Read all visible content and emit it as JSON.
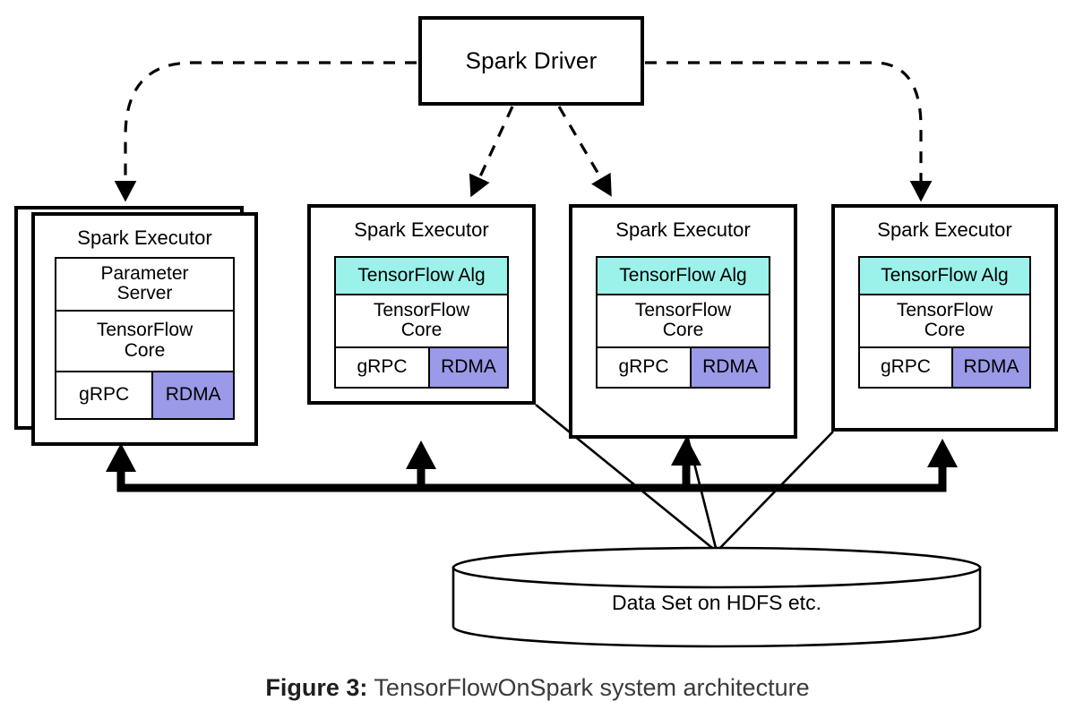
{
  "figure": {
    "caption_label": "Figure 3:",
    "caption_text": "TensorFlowOnSpark system architecture"
  },
  "colors": {
    "tensorflow_alg_fill": "#9bf2ea",
    "rdma_fill": "#9a9ae8",
    "box_stroke": "#000000",
    "background": "#ffffff",
    "caption_color": "#3a3a3a"
  },
  "driver": {
    "label": "Spark Driver"
  },
  "executors": [
    {
      "id": "executor-1",
      "title": "Spark Executor",
      "stacked": true,
      "rows": [
        {
          "kind": "parameter-server",
          "lines": [
            "Parameter",
            "Server"
          ],
          "fill": "#ffffff"
        },
        {
          "kind": "tensorflow-core",
          "lines": [
            "TensorFlow",
            "Core"
          ],
          "fill": "#ffffff"
        },
        {
          "kind": "transport",
          "left_label": "gRPC",
          "right_label": "RDMA",
          "right_fill": "#9a9ae8"
        }
      ]
    },
    {
      "id": "executor-2",
      "title": "Spark Executor",
      "stacked": false,
      "rows": [
        {
          "kind": "tensorflow-alg",
          "lines": [
            "TensorFlow Alg"
          ],
          "fill": "#9bf2ea"
        },
        {
          "kind": "tensorflow-core",
          "lines": [
            "TensorFlow",
            "Core"
          ],
          "fill": "#ffffff"
        },
        {
          "kind": "transport",
          "left_label": "gRPC",
          "right_label": "RDMA",
          "right_fill": "#9a9ae8"
        }
      ]
    },
    {
      "id": "executor-3",
      "title": "Spark Executor",
      "stacked": false,
      "rows": [
        {
          "kind": "tensorflow-alg",
          "lines": [
            "TensorFlow Alg"
          ],
          "fill": "#9bf2ea"
        },
        {
          "kind": "tensorflow-core",
          "lines": [
            "TensorFlow",
            "Core"
          ],
          "fill": "#ffffff"
        },
        {
          "kind": "transport",
          "left_label": "gRPC",
          "right_label": "RDMA",
          "right_fill": "#9a9ae8"
        }
      ]
    },
    {
      "id": "executor-4",
      "title": "Spark Executor",
      "stacked": false,
      "rows": [
        {
          "kind": "tensorflow-alg",
          "lines": [
            "TensorFlow Alg"
          ],
          "fill": "#9bf2ea"
        },
        {
          "kind": "tensorflow-core",
          "lines": [
            "TensorFlow",
            "Core"
          ],
          "fill": "#ffffff"
        },
        {
          "kind": "transport",
          "left_label": "gRPC",
          "right_label": "RDMA",
          "right_fill": "#9a9ae8"
        }
      ]
    }
  ],
  "datastore": {
    "label": "Data Set on HDFS etc."
  },
  "connections": {
    "driver_to_executor_style": "dashed-arrow",
    "executor_bus_style": "solid-thick-arrow",
    "datastore_to_executor_style": "solid-thin-line"
  }
}
